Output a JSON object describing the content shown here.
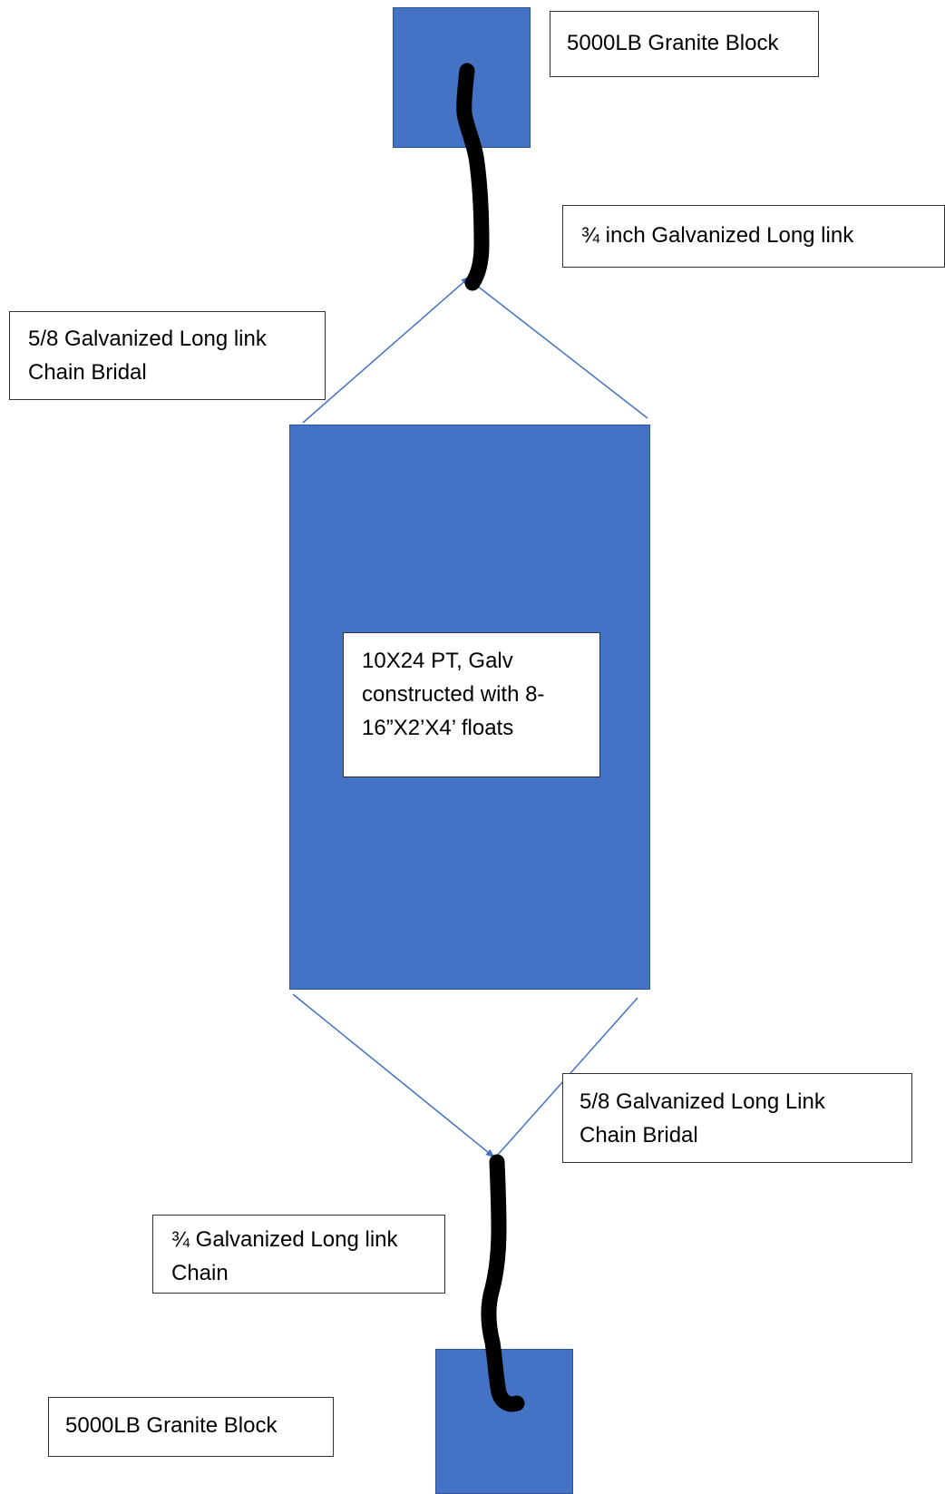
{
  "labels": {
    "top_block": "5000LB Granite Block",
    "top_chain": "¾ inch Galvanized Long link",
    "top_bridle": "5/8 Galvanized Long link\nChain Bridal",
    "float": "10X24 PT, Galv\nconstructed with 8-\n16”X2’X4’ floats",
    "bottom_bridle": "5/8 Galvanized Long Link\nChain Bridal",
    "bottom_chain": "¾ Galvanized Long link\nChain",
    "bottom_block": "5000LB Granite Block"
  },
  "colors": {
    "block_fill": "#4472c4",
    "block_border": "#2f5597",
    "bridle_line": "#4472c4",
    "chain": "#000000"
  }
}
